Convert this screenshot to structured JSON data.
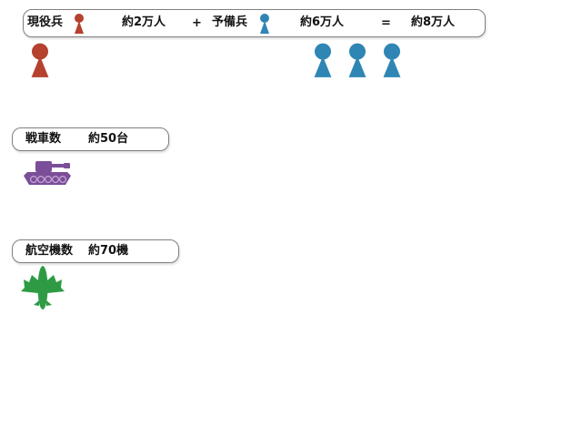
{
  "colors": {
    "regular": "#b5412f",
    "reserve": "#2f86b4",
    "tank": "#7a4e98",
    "aircraft": "#2e9b44",
    "border": "#7f7f7f"
  },
  "troops": {
    "regular_label": "現役兵",
    "regular_value": "約2万人",
    "plus": "+",
    "reserve_label": "予備兵",
    "reserve_value": "約6万人",
    "equals": "=",
    "total_value": "約8万人",
    "regular_icon_count": 1,
    "reserve_icon_count": 3
  },
  "tanks": {
    "label": "戦車数",
    "value": "約50台"
  },
  "aircraft": {
    "label": "航空機数",
    "value": "約70機"
  },
  "icons": {
    "soldier": "soldier-pawn-icon",
    "tank": "tank-icon",
    "aircraft": "aircraft-icon"
  }
}
